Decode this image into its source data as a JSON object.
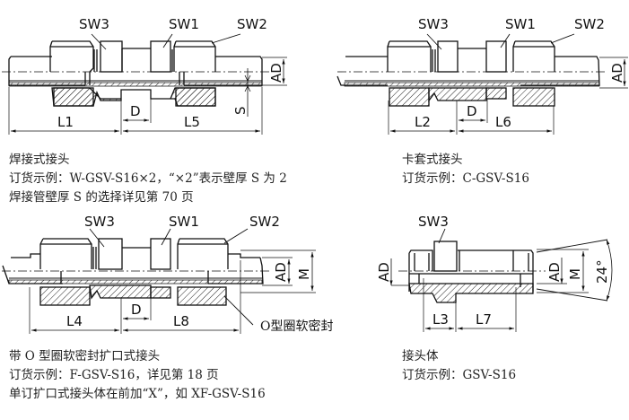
{
  "diagrams": {
    "welded": {
      "labels": {
        "sw3": "SW3",
        "sw1": "SW1",
        "sw2": "SW2",
        "ad": "AD",
        "s": "S",
        "d": "D",
        "l_left": "L1",
        "l_right": "L5"
      },
      "caption": {
        "title": "焊接式接头",
        "line1": "订货示例：W-GSV-S16×2，“×2”表示壁厚 S 为 2",
        "line2": "焊接管壁厚 S 的选择详见第 70 页"
      }
    },
    "ferrule": {
      "labels": {
        "sw3": "SW3",
        "sw1": "SW1",
        "sw2": "SW2",
        "ad": "AD",
        "d": "D",
        "l_left": "L2",
        "l_right": "L6"
      },
      "caption": {
        "title": "卡套式接头",
        "line1": "订货示例：C-GSV-S16"
      }
    },
    "flared": {
      "labels": {
        "sw3": "SW3",
        "sw1": "SW1",
        "sw2": "SW2",
        "ad": "AD",
        "m": "M",
        "d": "D",
        "l_left": "L4",
        "l_right": "L8",
        "seal": "O型圈软密封"
      },
      "caption": {
        "title": "带 O 型圈软密封扩口式接头",
        "line1": "订货示例：F-GSV-S16，详见第 18 页",
        "line2": "单订扩口式接头体在前加“X”，如 XF-GSV-S16"
      }
    },
    "body": {
      "labels": {
        "sw3": "SW3",
        "ad_left": "AD",
        "ad_right": "AD",
        "m": "M",
        "angle": "24°",
        "l_left": "L3",
        "l_right": "L7"
      },
      "caption": {
        "title": "接头体",
        "line1": "订货示例：GSV-S16"
      }
    }
  }
}
